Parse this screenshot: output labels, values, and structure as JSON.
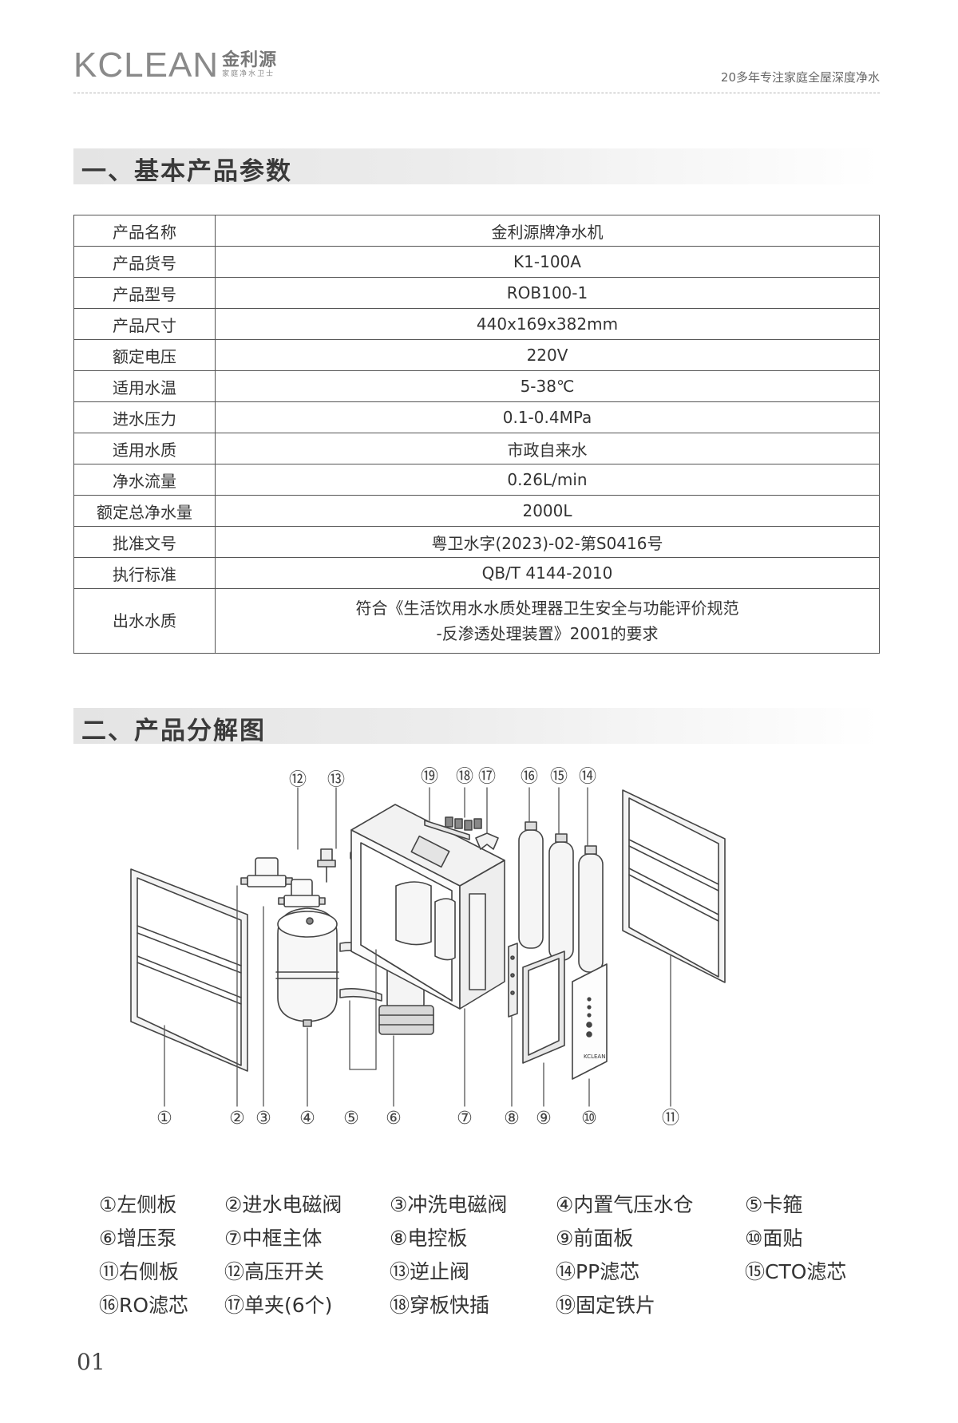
{
  "header": {
    "logo_en": "KCLEAN",
    "logo_cn": "金利源",
    "logo_sub": "家庭净水卫士",
    "slogan": "20多年专注家庭全屋深度净水"
  },
  "section1": {
    "title": "一、基本产品参数"
  },
  "params": [
    {
      "key": "产品名称",
      "value": "金利源牌净水机"
    },
    {
      "key": "产品货号",
      "value": "K1-100A"
    },
    {
      "key": "产品型号",
      "value": "ROB100-1"
    },
    {
      "key": "产品尺寸",
      "value": "440x169x382mm"
    },
    {
      "key": "额定电压",
      "value": "220V"
    },
    {
      "key": "适用水温",
      "value": "5-38℃"
    },
    {
      "key": "进水压力",
      "value": "0.1-0.4MPa"
    },
    {
      "key": "适用水质",
      "value": "市政自来水"
    },
    {
      "key": "净水流量",
      "value": "0.26L/min"
    },
    {
      "key": "额定总净水量",
      "value": "2000L"
    },
    {
      "key": "批准文号",
      "value": "粤卫水字(2023)-02-第S0416号"
    },
    {
      "key": "执行标准",
      "value": "QB/T 4144-2010"
    },
    {
      "key": "出水水质",
      "value_line1": "符合《生活饮用水水质处理器卫生安全与功能评价规范",
      "value_line2": "-反渗透处理装置》2001的要求"
    }
  ],
  "section2": {
    "title": "二、产品分解图"
  },
  "diagram": {
    "bottom_callouts": [
      "①",
      "②",
      "③",
      "④",
      "⑤",
      "⑥",
      "⑦",
      "⑧",
      "⑨",
      "⑩",
      "⑪"
    ],
    "top_callouts": [
      "⑫",
      "⑬",
      "⑲",
      "⑱",
      "⑰",
      "⑯",
      "⑮",
      "⑭"
    ],
    "panel_logo_text": "KCLEAN"
  },
  "legend": [
    [
      "①左侧板",
      "②进水电磁阀",
      "③冲洗电磁阀",
      "④内置气压水仓",
      "⑤卡箍"
    ],
    [
      "⑥增压泵",
      "⑦中框主体",
      "⑧电控板",
      "⑨前面板",
      "⑩面贴"
    ],
    [
      "⑪右侧板",
      "⑫高压开关",
      "⑬逆止阀",
      "⑭PP滤芯",
      "⑮CTO滤芯"
    ],
    [
      "⑯RO滤芯",
      "⑰单夹(6个)",
      "⑱穿板快插",
      "⑲固定铁片"
    ]
  ],
  "page_number": "01"
}
